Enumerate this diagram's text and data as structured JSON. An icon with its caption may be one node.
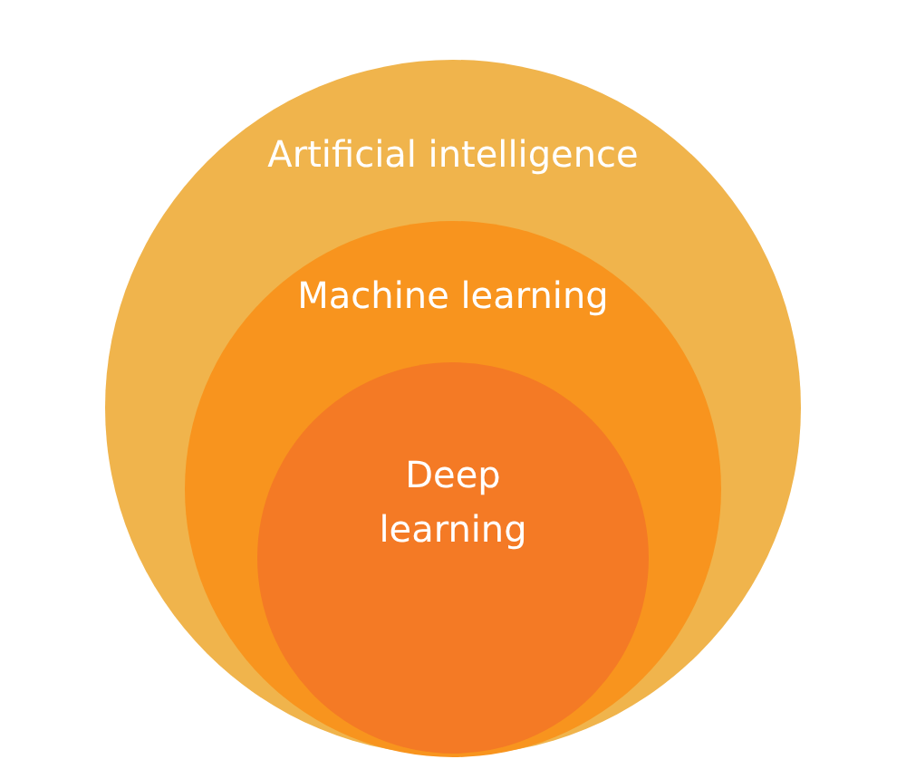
{
  "diagram": {
    "nodes": [
      {
        "text": [
          "Artificial intelligence"
        ]
      },
      {
        "text": [
          "Machine learning"
        ],
        "in": 0
      },
      {
        "text": [
          "Deep learning"
        ],
        "in": 1
      }
    ]
  }
}
